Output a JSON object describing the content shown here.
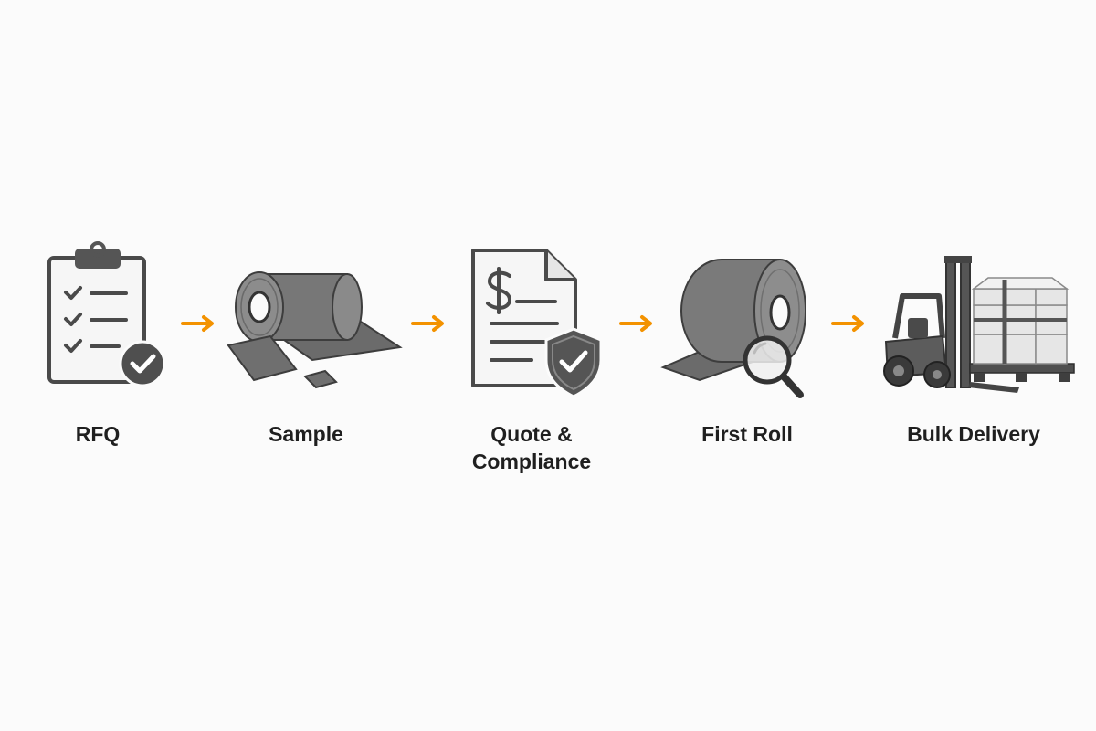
{
  "accent_color": "#f39200",
  "steps": [
    {
      "id": "rfq",
      "icon": "clipboard-checklist-icon",
      "label_lines": [
        "RFQ"
      ]
    },
    {
      "id": "sample",
      "icon": "material-roll-samples-icon",
      "label_lines": [
        "Sample"
      ]
    },
    {
      "id": "quote",
      "icon": "price-document-shield-icon",
      "label_lines": [
        "Quote &",
        "Compliance"
      ]
    },
    {
      "id": "first-roll",
      "icon": "roll-inspection-magnifier-icon",
      "label_lines": [
        "First Roll"
      ]
    },
    {
      "id": "bulk",
      "icon": "forklift-pallet-icon",
      "label_lines": [
        "Bulk Delivery"
      ]
    }
  ],
  "connectors": [
    {
      "icon": "arrow-right-icon"
    },
    {
      "icon": "arrow-right-icon"
    },
    {
      "icon": "arrow-right-icon"
    },
    {
      "icon": "arrow-right-icon"
    }
  ]
}
